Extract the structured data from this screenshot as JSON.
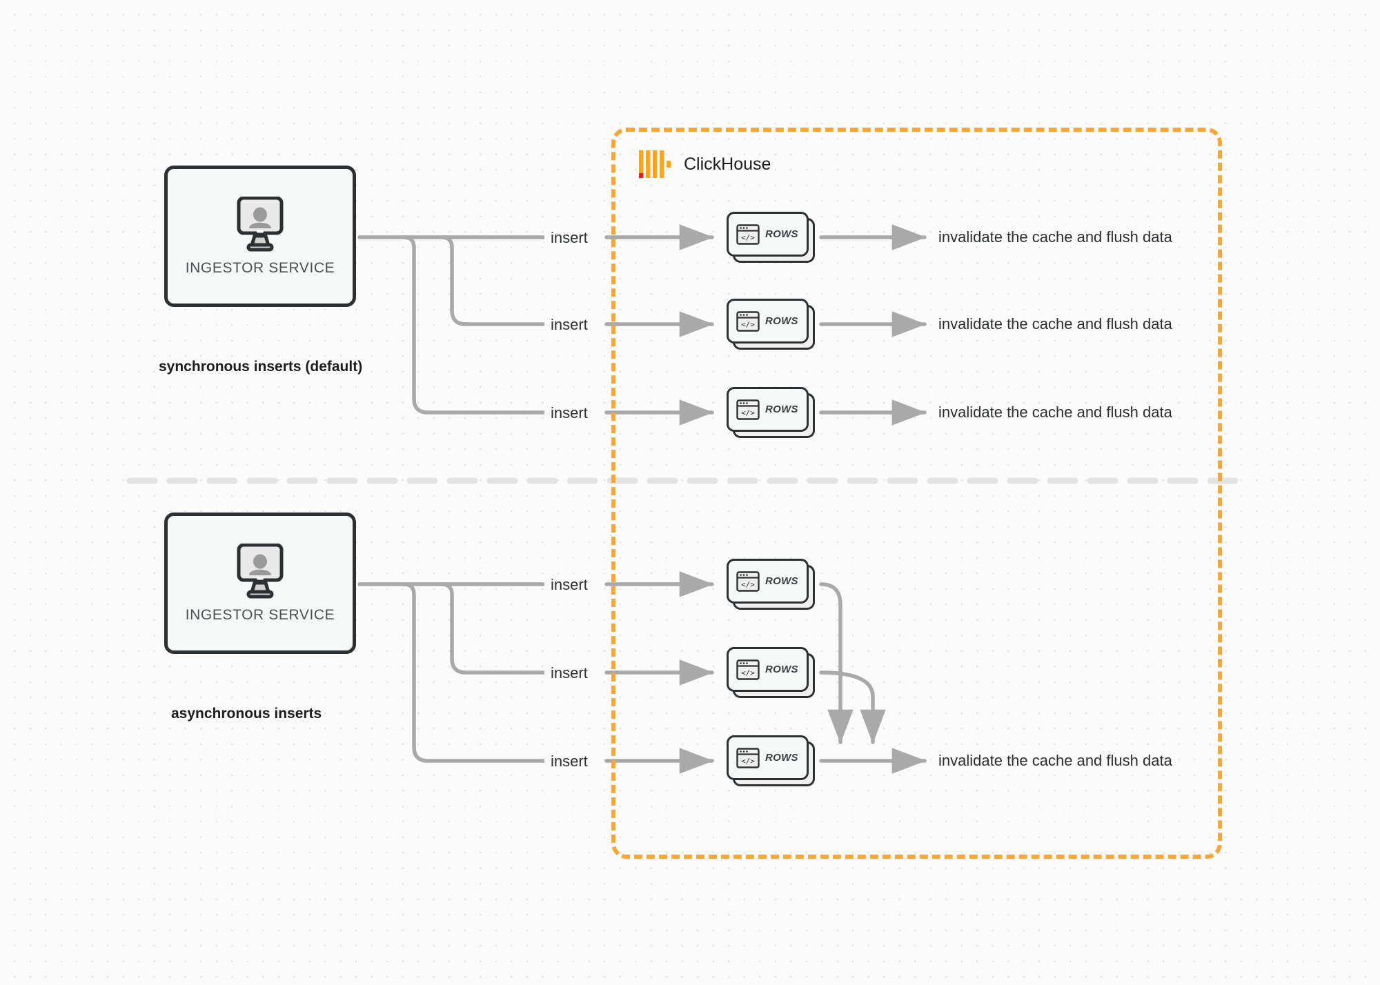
{
  "diagram": {
    "title": "ClickHouse synchronous vs asynchronous inserts",
    "background_color": "#fbfbfb",
    "accent_color": "#f8a634",
    "line_color": "#a9a9a9",
    "node_border_color": "#2d3033"
  },
  "container": {
    "brand": "ClickHouse",
    "logo_icon": "clickhouse-logo-icon",
    "border_style": "dashed",
    "border_color": "#f8a634"
  },
  "sections": [
    {
      "id": "synchronous",
      "caption": "synchronous inserts (default)",
      "service": {
        "label": "INGESTOR SERVICE",
        "icon": "monitor-user-icon"
      },
      "flows": [
        {
          "insert_label": "insert",
          "card": {
            "label": "ROWS",
            "icon": "code-window-icon"
          },
          "result_label": "invalidate the cache and flush data"
        },
        {
          "insert_label": "insert",
          "card": {
            "label": "ROWS",
            "icon": "code-window-icon"
          },
          "result_label": "invalidate the cache and flush data"
        },
        {
          "insert_label": "insert",
          "card": {
            "label": "ROWS",
            "icon": "code-window-icon"
          },
          "result_label": "invalidate the cache and flush data"
        }
      ]
    },
    {
      "id": "asynchronous",
      "caption": "asynchronous inserts",
      "service": {
        "label": "INGESTOR SERVICE",
        "icon": "monitor-user-icon"
      },
      "flows": [
        {
          "insert_label": "insert",
          "card": {
            "label": "ROWS",
            "icon": "code-window-icon"
          },
          "result_label": ""
        },
        {
          "insert_label": "insert",
          "card": {
            "label": "ROWS",
            "icon": "code-window-icon"
          },
          "result_label": ""
        },
        {
          "insert_label": "insert",
          "card": {
            "label": "ROWS",
            "icon": "code-window-icon"
          },
          "result_label": "invalidate the cache and flush data"
        }
      ],
      "merged_result_label": "invalidate the cache and flush data"
    }
  ]
}
